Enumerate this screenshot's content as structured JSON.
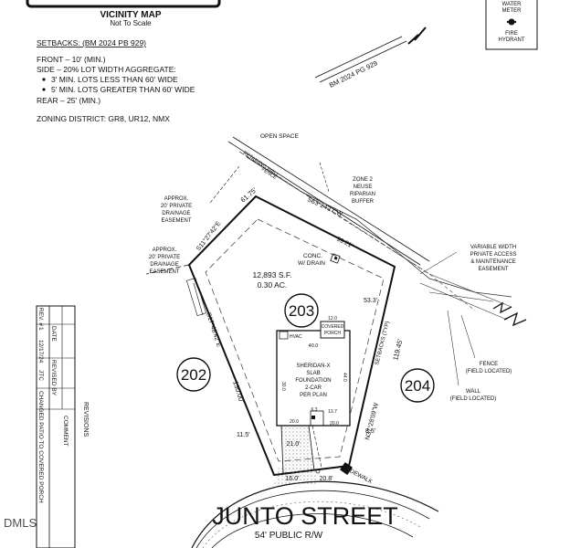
{
  "vicinity": {
    "title": "VICINITY MAP",
    "subtitle": "Not To Scale"
  },
  "legend": {
    "water_meter": [
      "WATER",
      "METER"
    ],
    "fire_hydrant": [
      "FIRE",
      "HYDRANT"
    ]
  },
  "notes": {
    "setbacks_header": "SETBACKS: (BM 2024 PB 929)",
    "front": "FRONT – 10' (MIN.)",
    "side": "SIDE – 20% LOT WIDTH AGGREGATE:",
    "side_a": "3' MIN. LOTS LESS THAN 60' WIDE",
    "side_b": "5' MIN. LOTS GREATER THAN 60' WIDE",
    "rear": "REAR – 25' (MIN.)",
    "zoning": "ZONING DISTRICT: GR8, UR12, NMX"
  },
  "plan": {
    "bm_ref": "BM 2024 PG 929",
    "open_space": "OPEN SPACE",
    "retaining_wall": "RETAINING WALL",
    "fence": "FENCE",
    "zone2": [
      "ZONE 2",
      "NEUSE",
      "RIPARIAN",
      "BUFFER"
    ],
    "drainage_1": [
      "APPROX.",
      "20' PRIVATE",
      "DRAINAGE",
      "EASEMENT"
    ],
    "drainage_2": [
      "APPROX.",
      "20' PRIVATE",
      "DRAINAGE",
      "EASEMENT"
    ],
    "access": [
      "VARIABLE WIDTH",
      "PRIVATE ACCESS",
      "& MAINTENANCE",
      "EASEMENT"
    ],
    "fence_field": [
      "FENCE",
      "(FIELD LOCATED)"
    ],
    "wall_field": [
      "WALL",
      "(FIELD LOCATED)"
    ],
    "conc_drain": [
      "CONC.",
      "W/ DRAIN"
    ],
    "area": [
      "12,893 S.F.",
      "0.30 AC."
    ],
    "lot_203": "203",
    "lot_202": "202",
    "lot_204": "204",
    "bearing_top": "S63°24'17\"W",
    "bearing_top_dist": "99.21'",
    "bearing_top_short": "61.75'",
    "bearing_left_top": "S11°27'42\"E",
    "bearing_left": "S17°48'42\"E",
    "bearing_left_dist": "130.00'",
    "bearing_right": "N37°28'09\"W",
    "bearing_right_dist": "119.45'",
    "setbacks_typ": "SETBACKS (TYP)",
    "dim_533": "53.3'",
    "dim_115": "11.5'",
    "dim_85": "8.5'",
    "dim_210": "21.0'",
    "dim_160": "16.0'",
    "dim_208": "20.8'",
    "covered_porch": [
      "COVERED",
      "PORCH"
    ],
    "dim_120": "12.0",
    "hvac": "HVAC",
    "dim_400": "40.0",
    "dim_440": "44.0",
    "dim_300": "30.0",
    "house": [
      "SHERIDAN-X",
      "SLAB",
      "FOUNDATION",
      "2-CAR",
      "PER PLAN"
    ],
    "dim_200a": "20.0",
    "dim_63": "6.3",
    "dim_137": "13.7",
    "dim_200b": "20.0",
    "sidewalk": "SIDEWALK"
  },
  "street": {
    "name": "JUNTO STREET",
    "row": "54' PUBLIC R/W"
  },
  "revisions": {
    "title": "REVISIONS",
    "headers": [
      "REV. #",
      "DATE",
      "REVISED BY",
      "COMMENT"
    ],
    "row": [
      "1",
      "12/17/24",
      "JTC",
      "CHANGED PATIO TO COVERED PORCH"
    ]
  },
  "watermark": "DMLS"
}
